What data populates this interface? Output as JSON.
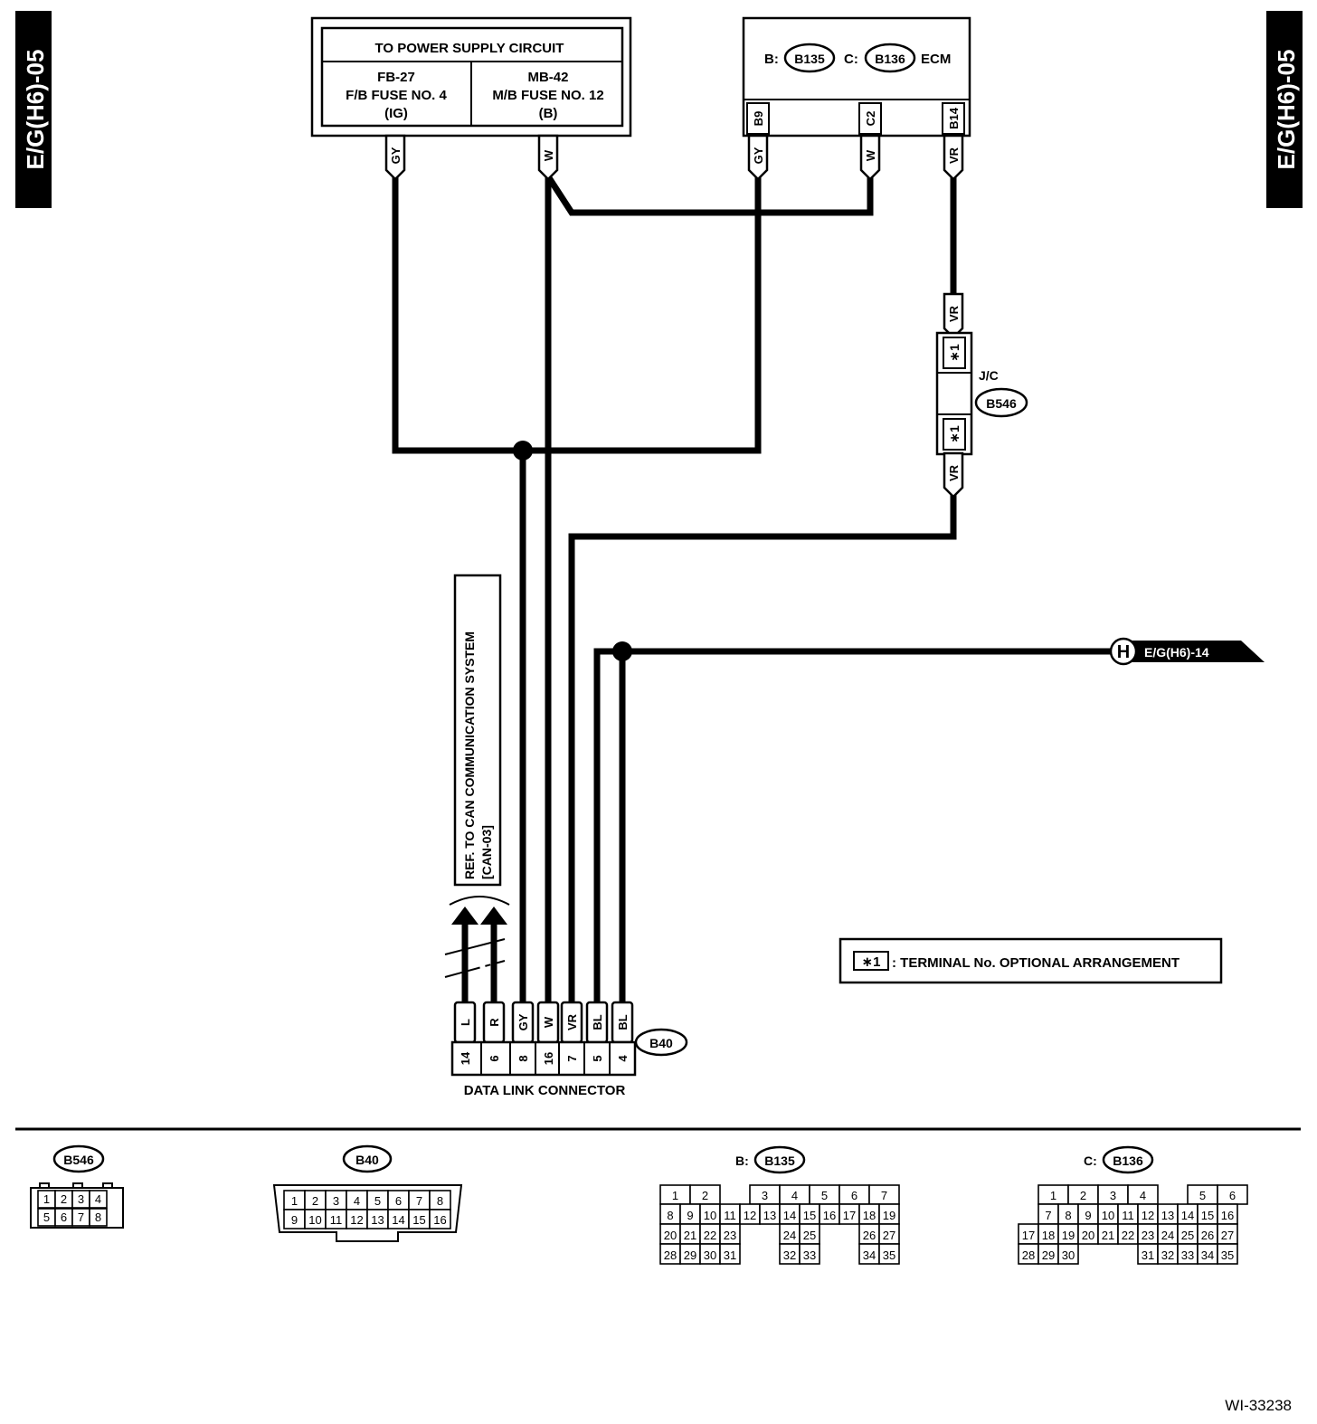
{
  "page": {
    "section_tab": "E/G(H6)-05",
    "figure_id": "WI-33238"
  },
  "power_supply": {
    "title": "TO POWER SUPPLY CIRCUIT",
    "left": {
      "line1": "FB-27",
      "line2": "F/B FUSE NO. 4",
      "line3": "(IG)"
    },
    "right": {
      "line1": "MB-42",
      "line2": "M/B FUSE NO. 12",
      "line3": "(B)"
    },
    "wire_colors": [
      "GY",
      "W"
    ]
  },
  "ecm": {
    "prefix_b": "B:",
    "conn_b": "B135",
    "prefix_c": "C:",
    "conn_c": "B136",
    "name": "ECM",
    "terminals": [
      "B9",
      "C2",
      "B14"
    ],
    "wire_colors": [
      "GY",
      "W",
      "VR"
    ]
  },
  "jc": {
    "label": "J/C",
    "connector": "B546",
    "wire_top": "VR",
    "wire_bottom": "VR",
    "terminal_mark": "∗1"
  },
  "ref_can": {
    "line1": "REF. TO CAN COMMUNICATION SYSTEM",
    "line2": "[CAN-03]"
  },
  "offpage": {
    "symbol": "H",
    "label": "E/G(H6)-14"
  },
  "note": {
    "mark": "∗1",
    "text": ": TERMINAL No. OPTIONAL ARRANGEMENT"
  },
  "dlc": {
    "connector": "B40",
    "label": "DATA LINK CONNECTOR",
    "wire_colors": [
      "L",
      "R",
      "GY",
      "W",
      "VR",
      "BL",
      "BL"
    ],
    "pins": [
      "14",
      "6",
      "8",
      "16",
      "7",
      "5",
      "4"
    ]
  },
  "legend": {
    "b546": {
      "name": "B546",
      "row1": [
        "1",
        "2",
        "3",
        "4"
      ],
      "row2": [
        "5",
        "6",
        "7",
        "8"
      ]
    },
    "b40": {
      "name": "B40",
      "row1": [
        "1",
        "2",
        "3",
        "4",
        "5",
        "6",
        "7",
        "8"
      ],
      "row2": [
        "9",
        "10",
        "11",
        "12",
        "13",
        "14",
        "15",
        "16"
      ]
    },
    "b135": {
      "prefix": "B:",
      "name": "B135",
      "rows": [
        [
          "1",
          "2",
          "",
          "3",
          "4",
          "5",
          "6",
          "7"
        ],
        [
          "8",
          "9",
          "10",
          "11",
          "12",
          "13",
          "14",
          "15",
          "16",
          "17",
          "18",
          "19"
        ],
        [
          "20",
          "21",
          "22",
          "23",
          "",
          "",
          "24",
          "25",
          "",
          "",
          "26",
          "27"
        ],
        [
          "28",
          "29",
          "30",
          "31",
          "",
          "",
          "32",
          "33",
          "",
          "",
          "34",
          "35"
        ]
      ]
    },
    "b136": {
      "prefix": "C:",
      "name": "B136",
      "rows": [
        [
          "1",
          "2",
          "3",
          "4",
          "",
          "5",
          "6"
        ],
        [
          "",
          "7",
          "8",
          "9",
          "10",
          "11",
          "12",
          "13",
          "14",
          "15",
          "16"
        ],
        [
          "17",
          "18",
          "19",
          "20",
          "21",
          "22",
          "23",
          "24",
          "25",
          "26",
          "27"
        ],
        [
          "28",
          "29",
          "30",
          "",
          "",
          "",
          "31",
          "32",
          "33",
          "34",
          "35"
        ]
      ]
    }
  }
}
